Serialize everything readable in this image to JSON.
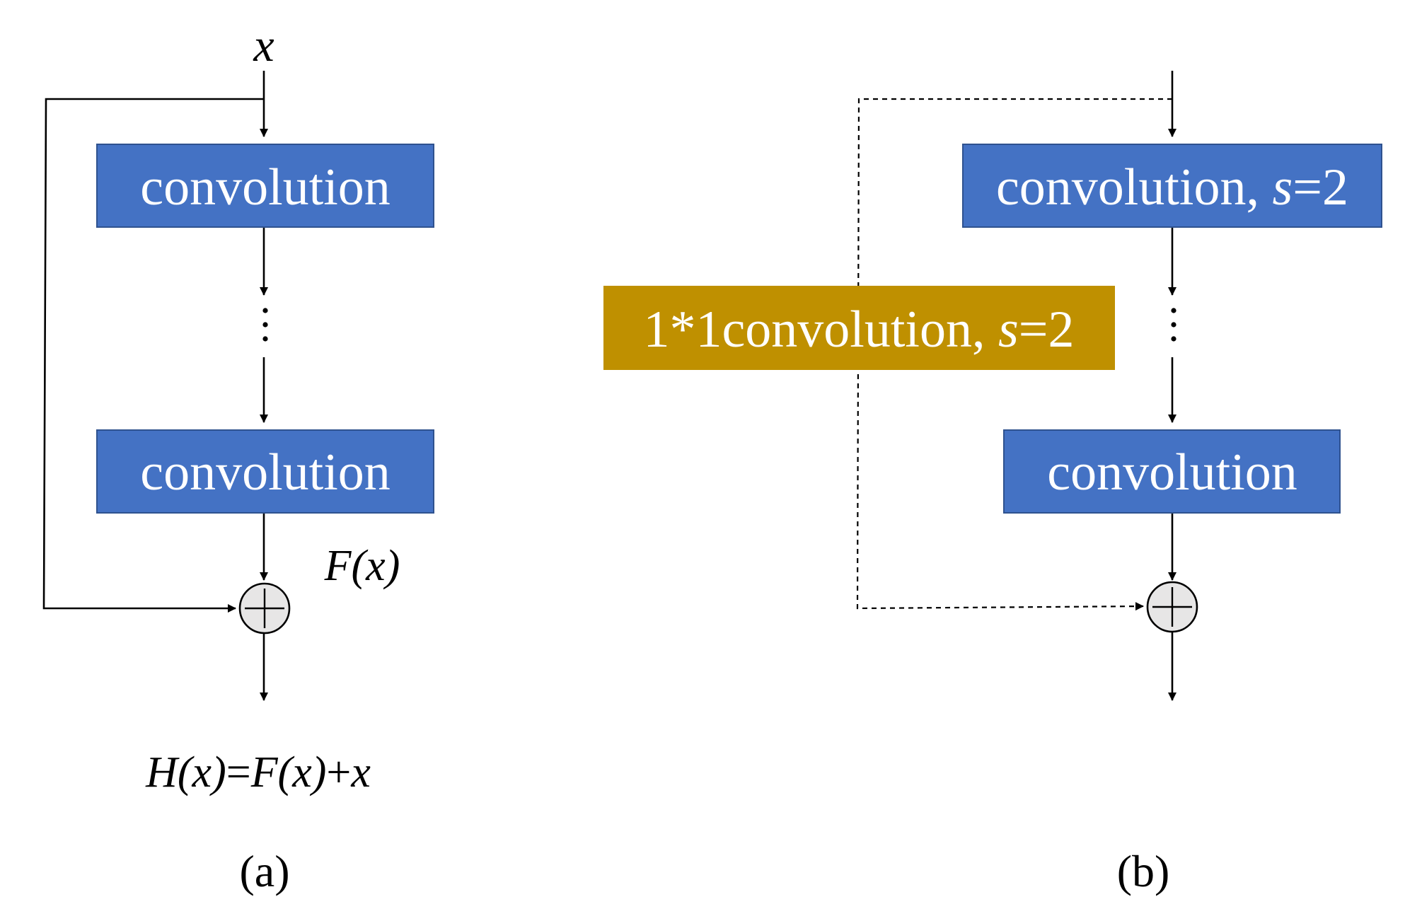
{
  "panel_a": {
    "input_label": "x",
    "conv_top": "convolution",
    "conv_bottom": "convolution",
    "residual_label": "F(x)",
    "formula": {
      "h": "H(x)",
      "eq": "=",
      "f": "F(x)",
      "plus": "+",
      "x": "x"
    },
    "caption": "(a)"
  },
  "panel_b": {
    "conv_top": {
      "text": "convolution, ",
      "s": "s",
      "value": "=2"
    },
    "conv_bottom": "convolution",
    "shortcut_conv": {
      "text": "1*1convolution, ",
      "s": "s",
      "value": "=2"
    },
    "caption": "(b)"
  },
  "colors": {
    "conv_box": "#4472C4",
    "shortcut_box": "#BF9000",
    "adder_fill": "#E7E6E6",
    "line": "#000000"
  }
}
